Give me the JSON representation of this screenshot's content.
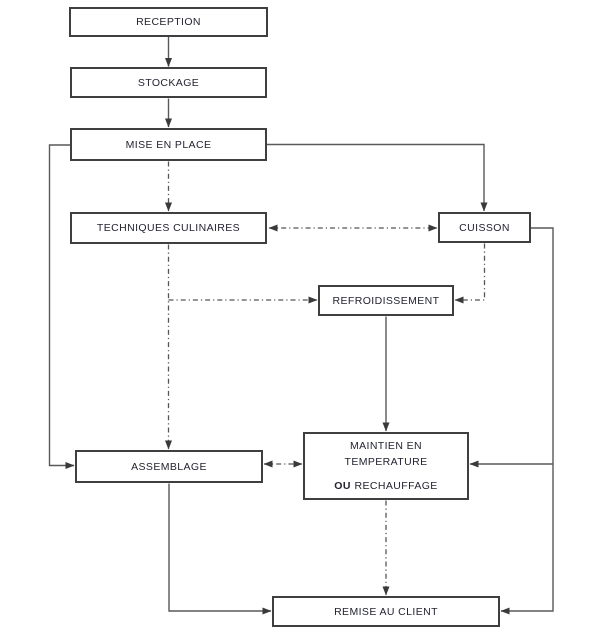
{
  "diagram": {
    "nodes": {
      "reception": {
        "label": "RECEPTION"
      },
      "stockage": {
        "label": "STOCKAGE"
      },
      "mise_en_place": {
        "label": "MISE EN PLACE"
      },
      "techniques": {
        "label": "TECHNIQUES CULINAIRES"
      },
      "cuisson": {
        "label": "CUISSON"
      },
      "refroidissement": {
        "label": "REFROIDISSEMENT"
      },
      "assemblage": {
        "label": "ASSEMBLAGE"
      },
      "maintien": {
        "line1": "MAINTIEN EN",
        "line2": "TEMPERATURE",
        "line3_bold": "OU",
        "line3_rest": "RECHAUFFAGE"
      },
      "remise_au_client": {
        "label": "REMISE AU CLIENT"
      }
    },
    "edges": [
      {
        "from": "reception",
        "to": "stockage",
        "style": "solid",
        "bidirectional": false
      },
      {
        "from": "stockage",
        "to": "mise_en_place",
        "style": "solid",
        "bidirectional": false
      },
      {
        "from": "mise_en_place",
        "to": "techniques",
        "style": "dashdot",
        "bidirectional": false
      },
      {
        "from": "mise_en_place",
        "to": "cuisson",
        "style": "solid",
        "bidirectional": false
      },
      {
        "from": "mise_en_place",
        "to": "assemblage",
        "style": "solid",
        "bidirectional": false
      },
      {
        "from": "techniques",
        "to": "cuisson",
        "style": "dashdot",
        "bidirectional": true
      },
      {
        "from": "techniques",
        "to": "refroidissement",
        "style": "dashdot",
        "bidirectional": false
      },
      {
        "from": "techniques",
        "to": "assemblage",
        "style": "dashdot",
        "bidirectional": false
      },
      {
        "from": "cuisson",
        "to": "refroidissement",
        "style": "dashdot",
        "bidirectional": false
      },
      {
        "from": "cuisson",
        "to": "maintien",
        "style": "solid",
        "bidirectional": false
      },
      {
        "from": "cuisson",
        "to": "remise_au_client",
        "style": "solid",
        "bidirectional": false
      },
      {
        "from": "refroidissement",
        "to": "maintien",
        "style": "solid",
        "bidirectional": false
      },
      {
        "from": "assemblage",
        "to": "maintien",
        "style": "dashdot",
        "bidirectional": true
      },
      {
        "from": "assemblage",
        "to": "remise_au_client",
        "style": "solid",
        "bidirectional": false
      },
      {
        "from": "maintien",
        "to": "remise_au_client",
        "style": "dashdot",
        "bidirectional": false
      }
    ],
    "colors": {
      "background": "#ffffff",
      "box_fill": "#ffffff",
      "box_border": "#3f3f3f",
      "text": "#232332",
      "line": "#595959",
      "arrowhead": "#3a3a3a"
    }
  }
}
